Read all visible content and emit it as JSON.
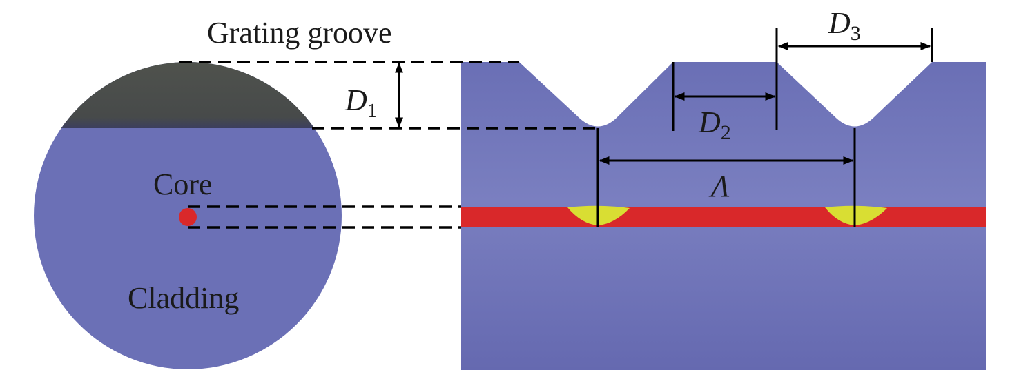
{
  "labels": {
    "grating_groove": "Grating groove",
    "core": "Core",
    "cladding": "Cladding",
    "d1": "D",
    "d1_sub": "1",
    "d2": "D",
    "d2_sub": "2",
    "d3": "D",
    "d3_sub": "3",
    "period": "Λ"
  },
  "colors": {
    "cladding": "#6b70b6",
    "groove_cap": "#4f524e",
    "core": "#d9282a",
    "hot_spot": "#d9de33",
    "line": "#000000"
  }
}
